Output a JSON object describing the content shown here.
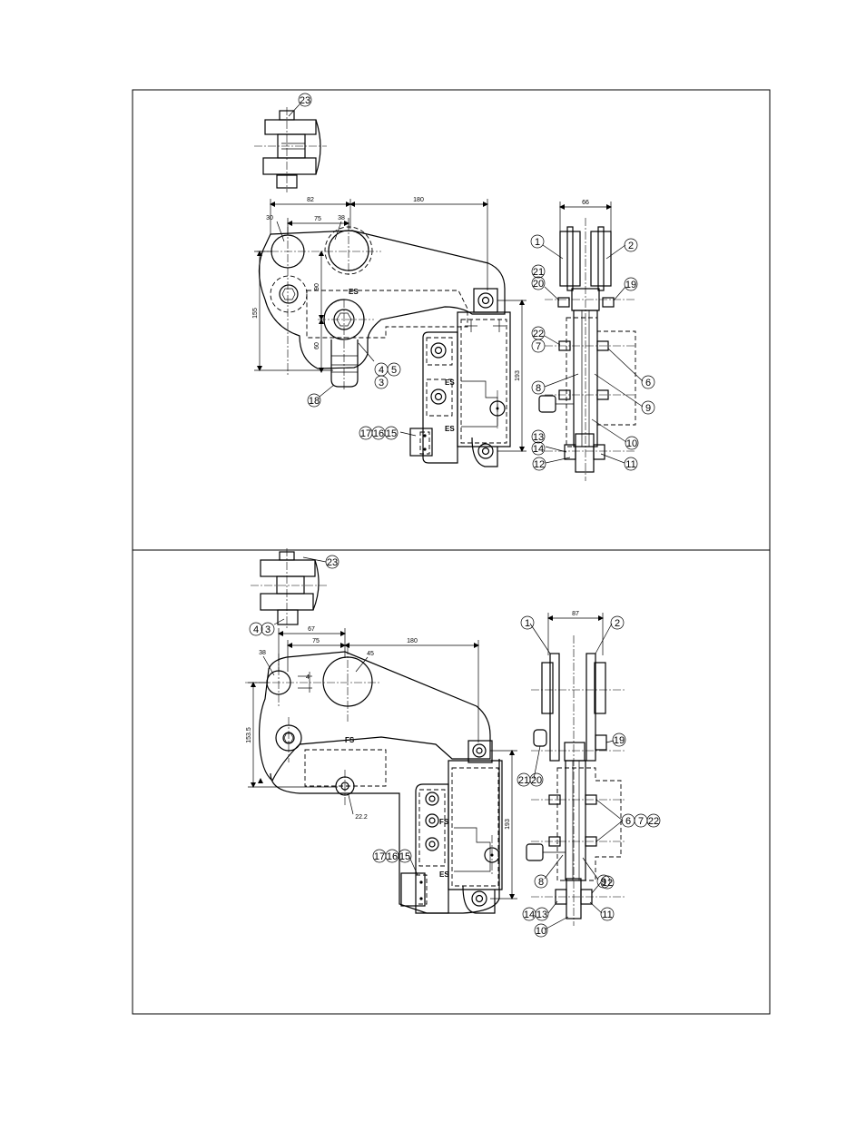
{
  "panels": [
    {
      "dims": {
        "d82": "82",
        "d180": "180",
        "d75": "75",
        "d30": "30",
        "d38": "38",
        "d66": "66",
        "d155": "155",
        "d90": "90",
        "d60": "60",
        "d193": "193"
      },
      "marks": {
        "es1": "ES",
        "es2": "ES",
        "es3": "ES"
      },
      "balloons": {
        "b23": "23",
        "b1": "1",
        "b2": "2",
        "b21": "21",
        "b20": "20",
        "b19": "19",
        "b22": "22",
        "b7": "7",
        "b6": "6",
        "b8": "8",
        "b9": "9",
        "b10": "10",
        "b13": "13",
        "b14": "14",
        "b12": "12",
        "b11": "11",
        "b4": "4",
        "b5": "5",
        "b3": "3",
        "b18": "18",
        "b17": "17",
        "b16": "16",
        "b15": "15"
      }
    },
    {
      "dims": {
        "d87": "87",
        "d180": "180",
        "d75": "75",
        "d38": "38",
        "d45": "45",
        "d67": "67",
        "d1535": "153.5",
        "d193": "193",
        "d222": "22.2",
        "d4": "4"
      },
      "marks": {
        "fs1": "FS",
        "fs2": "FS",
        "es1": "ES"
      },
      "balloons": {
        "b23": "23",
        "b4": "4",
        "b3": "3",
        "b1": "1",
        "b2": "2",
        "b19": "19",
        "b21": "21",
        "b20": "20",
        "b6": "6",
        "b7": "7",
        "b22": "22",
        "b8": "8",
        "b9": "9",
        "b12": "12",
        "b14": "14",
        "b13": "13",
        "b11": "11",
        "b10": "10",
        "b17": "17",
        "b16": "16",
        "b15": "15"
      }
    }
  ]
}
